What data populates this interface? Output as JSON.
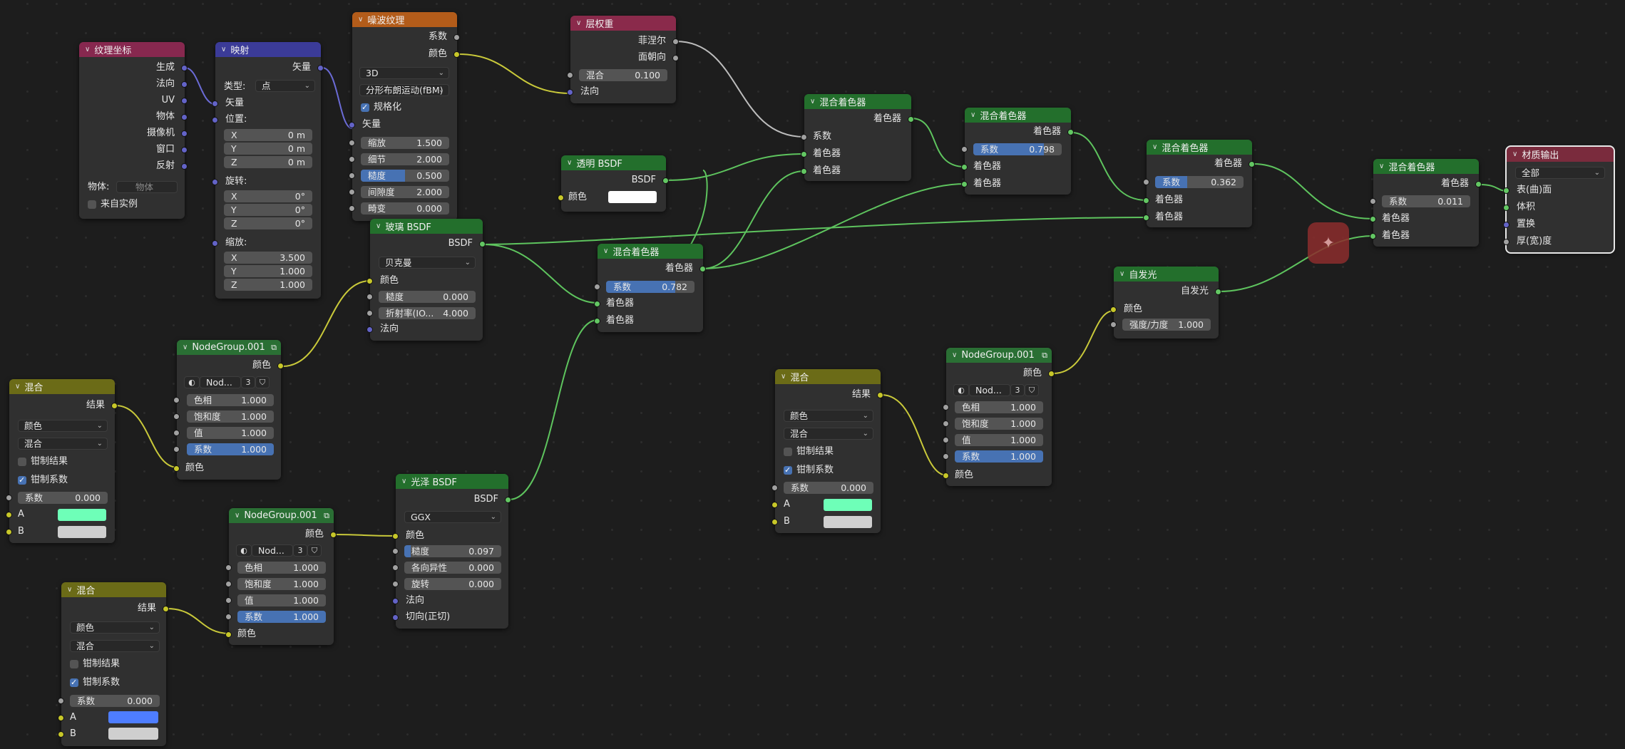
{
  "nodes": {
    "texcoord": {
      "title": "纹理坐标",
      "outputs": [
        "生成",
        "法向",
        "UV",
        "物体",
        "摄像机",
        "窗口",
        "反射"
      ],
      "object_label": "物体:",
      "object_placeholder": "物体",
      "from_instancer": "来自实例"
    },
    "mapping": {
      "title": "映射",
      "vector_out": "矢量",
      "type_label": "类型:",
      "type_value": "点",
      "vector_in": "矢量",
      "location": "位置:",
      "loc": [
        "0 m",
        "0 m",
        "0 m"
      ],
      "rotation": "旋转:",
      "rot": [
        "0°",
        "0°",
        "0°"
      ],
      "scale": "缩放:",
      "scl": [
        "3.500",
        "1.000",
        "1.000"
      ],
      "axes": [
        "X",
        "Y",
        "Z"
      ]
    },
    "noise": {
      "title": "噪波纹理",
      "out_factor": "系数",
      "out_color": "颜色",
      "dim": "3D",
      "kind": "分形布朗运动(fBM)",
      "normalize": "规格化",
      "vector": "矢量",
      "fields": [
        [
          "缩放",
          "1.500"
        ],
        [
          "细节",
          "2.000"
        ],
        [
          "糙度",
          "0.500"
        ],
        [
          "间隙度",
          "2.000"
        ],
        [
          "畸变",
          "0.000"
        ]
      ]
    },
    "layerweight": {
      "title": "层权重",
      "out_fresnel": "菲涅尔",
      "out_facing": "面朝向",
      "blend_label": "混合",
      "blend_value": "0.100",
      "normal": "法向"
    },
    "transparent": {
      "title": "透明 BSDF",
      "bsdf": "BSDF",
      "color": "颜色"
    },
    "glass": {
      "title": "玻璃 BSDF",
      "bsdf": "BSDF",
      "dist": "贝克曼",
      "color": "颜色",
      "rough_label": "糙度",
      "rough_value": "0.000",
      "ior_label": "折射率(IO...",
      "ior_value": "4.000",
      "normal": "法向"
    },
    "mix1": {
      "title": "混合着色器",
      "out": "着色器",
      "fac": "系数",
      "in1": "着色器",
      "in2": "着色器"
    },
    "mix2": {
      "title": "混合着色器",
      "out": "着色器",
      "fac_label": "系数",
      "fac_value": "0.798",
      "in1": "着色器",
      "in2": "着色器"
    },
    "mix3": {
      "title": "混合着色器",
      "out": "着色器",
      "fac_label": "系数",
      "fac_value": "0.362",
      "in1": "着色器",
      "in2": "着色器"
    },
    "mix4": {
      "title": "混合着色器",
      "out": "着色器",
      "fac_label": "系数",
      "fac_value": "0.011",
      "in1": "着色器",
      "in2": "着色器"
    },
    "mix5": {
      "title": "混合着色器",
      "out": "着色器",
      "fac_label": "系数",
      "fac_value": "0.782",
      "in1": "着色器",
      "in2": "着色器"
    },
    "output": {
      "title": "材质输出",
      "target": "全部",
      "inputs": [
        "表(曲)面",
        "体积",
        "置换",
        "厚(宽)度"
      ]
    },
    "emission": {
      "title": "自发光",
      "out": "自发光",
      "color": "颜色",
      "strength_label": "强度/力度",
      "strength_value": "1.000"
    },
    "glossy": {
      "title": "光泽 BSDF",
      "bsdf": "BSDF",
      "dist": "GGX",
      "color": "颜色",
      "fields": [
        [
          "糙度",
          "0.097"
        ],
        [
          "各向异性",
          "0.000"
        ],
        [
          "旋转",
          "0.000"
        ]
      ],
      "tangent_normal": "法向",
      "tangent": "切向(正切)"
    },
    "ng1": {
      "title": "NodeGroup.001",
      "out": "颜色",
      "name": "Nod...",
      "users": "3",
      "fields": [
        [
          "色相",
          "1.000"
        ],
        [
          "饱和度",
          "1.000"
        ],
        [
          "值",
          "1.000"
        ],
        [
          "系数",
          "1.000"
        ]
      ],
      "in": "颜色"
    },
    "ng2": {
      "title": "NodeGroup.001",
      "out": "颜色",
      "name": "Nod...",
      "users": "3",
      "fields": [
        [
          "色相",
          "1.000"
        ],
        [
          "饱和度",
          "1.000"
        ],
        [
          "值",
          "1.000"
        ],
        [
          "系数",
          "1.000"
        ]
      ],
      "in": "颜色"
    },
    "ng3": {
      "title": "NodeGroup.001",
      "out": "颜色",
      "name": "Nod...",
      "users": "3",
      "fields": [
        [
          "色相",
          "1.000"
        ],
        [
          "饱和度",
          "1.000"
        ],
        [
          "值",
          "1.000"
        ],
        [
          "系数",
          "1.000"
        ]
      ],
      "in": "颜色"
    },
    "mixc1": {
      "title": "混合",
      "out": "结果",
      "type": "颜色",
      "mode": "混合",
      "clamp_result": "钳制结果",
      "clamp_factor": "钳制系数",
      "fac_label": "系数",
      "fac_value": "0.000",
      "a": "A",
      "b": "B",
      "color_a": "#6effb8",
      "color_b": "#cfcfcf"
    },
    "mixc2": {
      "title": "混合",
      "out": "结果",
      "type": "颜色",
      "mode": "混合",
      "clamp_result": "钳制结果",
      "clamp_factor": "钳制系数",
      "fac_label": "系数",
      "fac_value": "0.000",
      "a": "A",
      "b": "B",
      "color_a": "#4e7dff",
      "color_b": "#cfcfcf"
    },
    "mixc3": {
      "title": "混合",
      "out": "结果",
      "type": "颜色",
      "mode": "混合",
      "clamp_result": "钳制结果",
      "clamp_factor": "钳制系数",
      "fac_label": "系数",
      "fac_value": "0.000",
      "a": "A",
      "b": "B",
      "color_a": "#6effb8",
      "color_b": "#cfcfcf"
    }
  },
  "colors": {
    "bg": "#1d1d1d",
    "shader_socket": "#63c763",
    "color_socket": "#c7c729",
    "vector_socket": "#6363c7",
    "float_socket": "#a1a1a1",
    "selected_field": "#4772b3"
  }
}
